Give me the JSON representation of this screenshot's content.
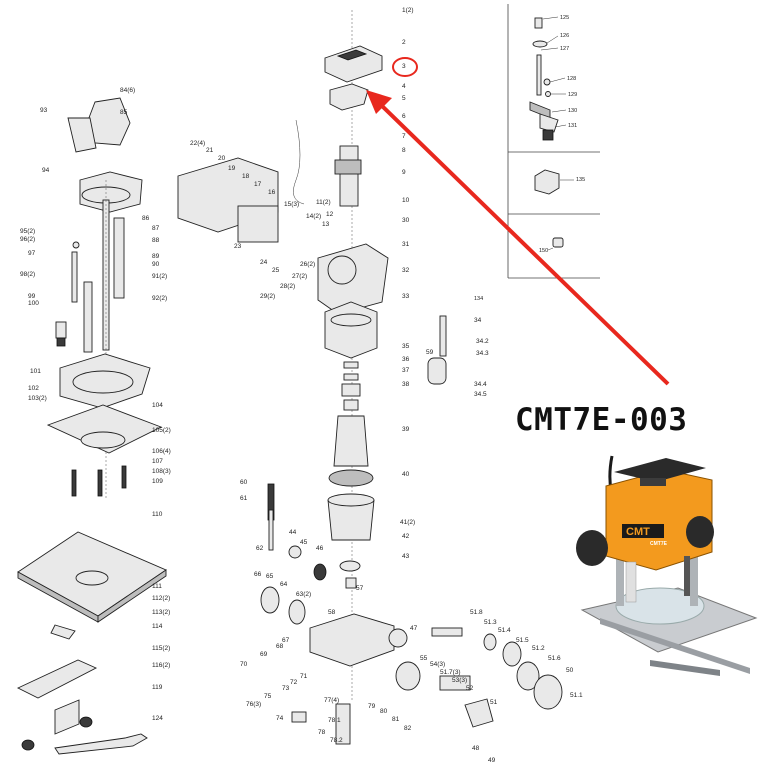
{
  "product_code": "CMT7E-003",
  "callouts": [
    "1(2)",
    "2",
    "3",
    "4",
    "5",
    "6",
    "7",
    "8",
    "9",
    "10",
    "11(2)",
    "12",
    "13",
    "14(2)",
    "15(3)",
    "16",
    "17",
    "18",
    "19",
    "20",
    "21",
    "22(4)",
    "23",
    "24",
    "25",
    "26(2)",
    "27(2)",
    "28(2)",
    "29(2)",
    "30",
    "31",
    "32",
    "33",
    "34",
    "34.2",
    "34.3",
    "34.4",
    "34.5",
    "35",
    "36",
    "37",
    "38",
    "39",
    "40",
    "41(2)",
    "42",
    "43",
    "44",
    "45",
    "46",
    "47",
    "48",
    "49",
    "50",
    "51",
    "51.1",
    "51.2",
    "51.3",
    "51.4",
    "51.5",
    "51.6",
    "51.7(3)",
    "51.8",
    "52",
    "53(3)",
    "54(3)",
    "55",
    "57",
    "58",
    "59",
    "60",
    "61",
    "62",
    "63(2)",
    "64",
    "65",
    "66",
    "67",
    "68",
    "69",
    "70",
    "71",
    "72",
    "73",
    "74",
    "75",
    "76(3)",
    "77(4)",
    "78",
    "78.1",
    "78.2",
    "79",
    "80",
    "81",
    "82",
    "84(6)",
    "85",
    "86",
    "87",
    "88",
    "89",
    "90",
    "91(2)",
    "92(2)",
    "93",
    "94",
    "95(2)",
    "96(2)",
    "97",
    "98(2)",
    "99",
    "100",
    "101",
    "102",
    "103(2)",
    "104",
    "105(2)",
    "106(4)",
    "107",
    "108(3)",
    "109",
    "110",
    "111",
    "112(2)",
    "113(2)",
    "114",
    "115(2)",
    "116(2)",
    "119",
    "124",
    "125",
    "126",
    "127",
    "128",
    "129",
    "130",
    "131",
    "134",
    "135",
    "150"
  ],
  "highlight": {
    "callout": "3",
    "color": "#e8281e"
  },
  "colors": {
    "arrow": "#e8281e",
    "tool_body": "#f39a1e",
    "tool_dark": "#2a2a2a"
  },
  "tool_brand": "CMT",
  "tool_badge": "CMT7E"
}
